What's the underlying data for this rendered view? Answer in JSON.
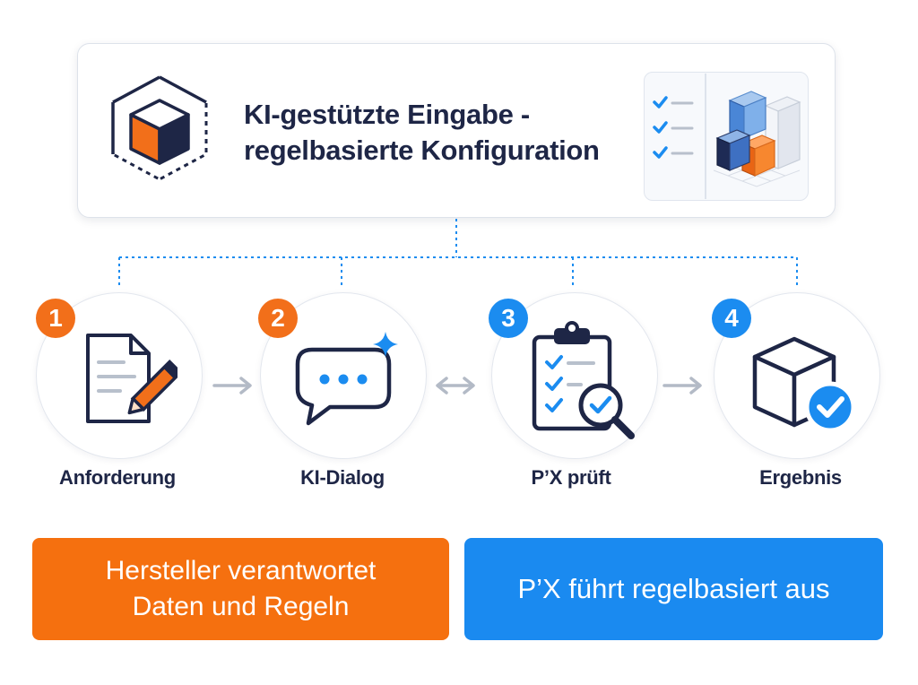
{
  "header": {
    "title_line1": "KI-gestützte Eingabe -",
    "title_line2": "regelbasierte Konfiguration",
    "logo_icon": "cube-icon",
    "preview_icons": [
      "checklist-icon",
      "configured-boxes-icon"
    ]
  },
  "steps": [
    {
      "number": "1",
      "label": "Anforderung",
      "icon": "document-pencil-icon",
      "badge_color": "#f26f1a"
    },
    {
      "number": "2",
      "label": "KI-Dialog",
      "icon": "chat-sparkle-icon",
      "badge_color": "#f26f1a"
    },
    {
      "number": "3",
      "label": "P’X prüft",
      "icon": "clipboard-magnifier-icon",
      "badge_color": "#1b8cf0"
    },
    {
      "number": "4",
      "label": "Ergebnis",
      "icon": "cube-check-icon",
      "badge_color": "#1b8cf0"
    }
  ],
  "arrows": [
    "arrow-right",
    "arrow-bidirectional",
    "arrow-right"
  ],
  "footer": {
    "left_line1": "Hersteller verantwortet",
    "left_line2": "Daten und Regeln",
    "right": "P’X führt regelbasiert aus"
  },
  "colors": {
    "orange": "#f5700f",
    "blue": "#1a8af0",
    "navy": "#1e2646"
  }
}
